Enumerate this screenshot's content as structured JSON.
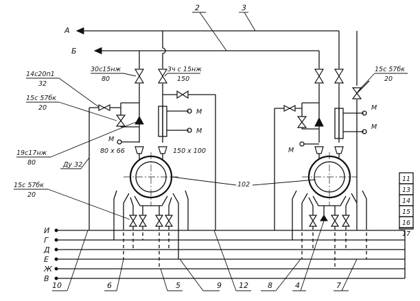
{
  "lines_main": {
    "A": "А",
    "B": "Б"
  },
  "pipe_numbers": {
    "n2": "2",
    "n3": "3"
  },
  "valves": {
    "v_left_top_left": {
      "code": "30с15нж",
      "size": "80"
    },
    "v_left_top_right": {
      "code": "3ч с 15нж",
      "size": "150"
    },
    "v_14c": {
      "code": "14с20п1",
      "size": "32"
    },
    "v_15c_left": {
      "code": "15с 57бк",
      "size": "20"
    },
    "v_19c": {
      "code": "19с17нж",
      "size": "80"
    },
    "v_15c_right": {
      "code": "15с 57бк",
      "size": "20"
    },
    "v_15c_bottom": {
      "code": "15с 57бк",
      "size": "20"
    }
  },
  "misc_labels": {
    "du32": "Ду 32",
    "m": "М",
    "t80": "80 х 66",
    "t150": "150 х 100",
    "n102": "102"
  },
  "bus_labels": [
    "И",
    "Г",
    "Д",
    "Е",
    "Ж",
    "В"
  ],
  "legend_numbers": [
    "11",
    "13",
    "14",
    "15",
    "16",
    "17"
  ],
  "bottom_callouts": [
    "10",
    "6",
    "5",
    "9",
    "12",
    "8",
    "4",
    "7"
  ]
}
